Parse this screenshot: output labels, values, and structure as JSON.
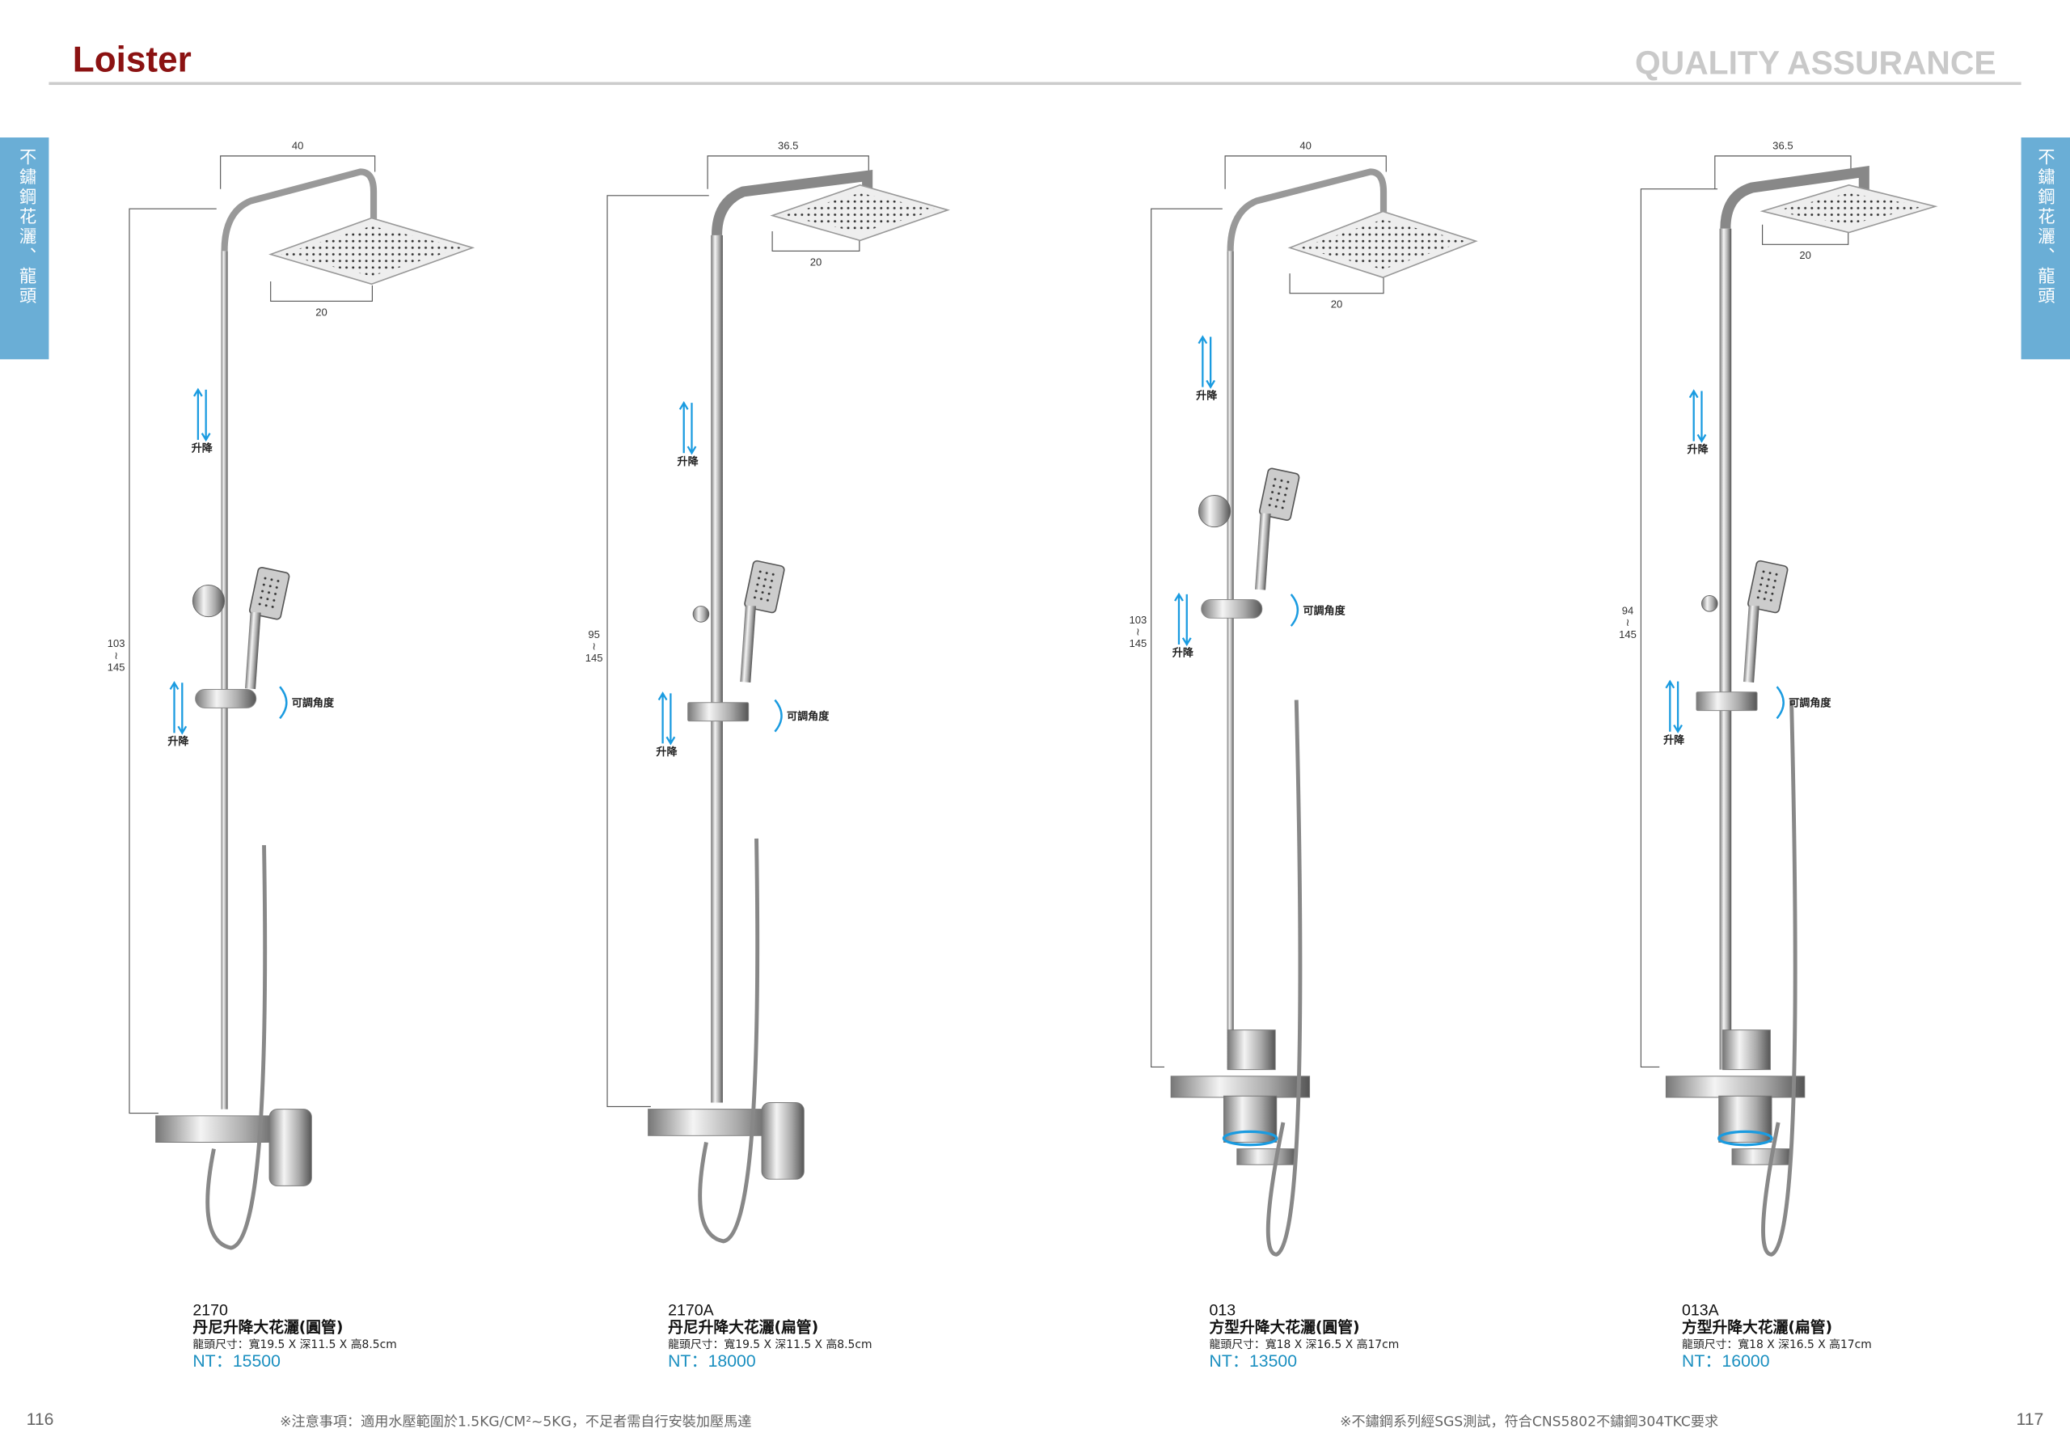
{
  "header": {
    "logo": "Loister",
    "tagline": "QUALITY ASSURANCE"
  },
  "side_tab": {
    "label": "不鏽鋼花灑、龍頭"
  },
  "colors": {
    "brand": "#8b1212",
    "accent": "#1a8fc0",
    "tab": "#6aaed6",
    "arrow": "#1a9be0"
  },
  "labels": {
    "lift": "升降",
    "angle": "可調角度"
  },
  "products": [
    {
      "code": "2170",
      "name": "丹尼升降大花灑(圓管)",
      "spec": "龍頭尺寸：寬19.5 X 深11.5 X 高8.5cm",
      "price": "NT：15500",
      "width_dim": "40",
      "head_dim": "20",
      "height_dim": [
        "103",
        "≀",
        "145"
      ]
    },
    {
      "code": "2170A",
      "name": "丹尼升降大花灑(扁管)",
      "spec": "龍頭尺寸：寬19.5 X 深11.5 X 高8.5cm",
      "price": "NT：18000",
      "width_dim": "36.5",
      "head_dim": "20",
      "height_dim": [
        "95",
        "≀",
        "145"
      ]
    },
    {
      "code": "013",
      "name": "方型升降大花灑(圓管)",
      "spec": "龍頭尺寸：寬18 X 深16.5 X 高17cm",
      "price": "NT：13500",
      "width_dim": "40",
      "head_dim": "20",
      "height_dim": [
        "103",
        "≀",
        "145"
      ]
    },
    {
      "code": "013A",
      "name": "方型升降大花灑(扁管)",
      "spec": "龍頭尺寸：寬18 X 深16.5 X 高17cm",
      "price": "NT：16000",
      "width_dim": "36.5",
      "head_dim": "20",
      "height_dim": [
        "94",
        "≀",
        "145"
      ]
    }
  ],
  "footer": {
    "left_page": "116",
    "right_page": "117",
    "left_note": "※注意事項：適用水壓範圍於1.5KG/CM²~5KG，不足者需自行安裝加壓馬達",
    "right_note": "※不鏽鋼系列經SGS測試，符合CNS5802不鏽鋼304TKC要求"
  }
}
